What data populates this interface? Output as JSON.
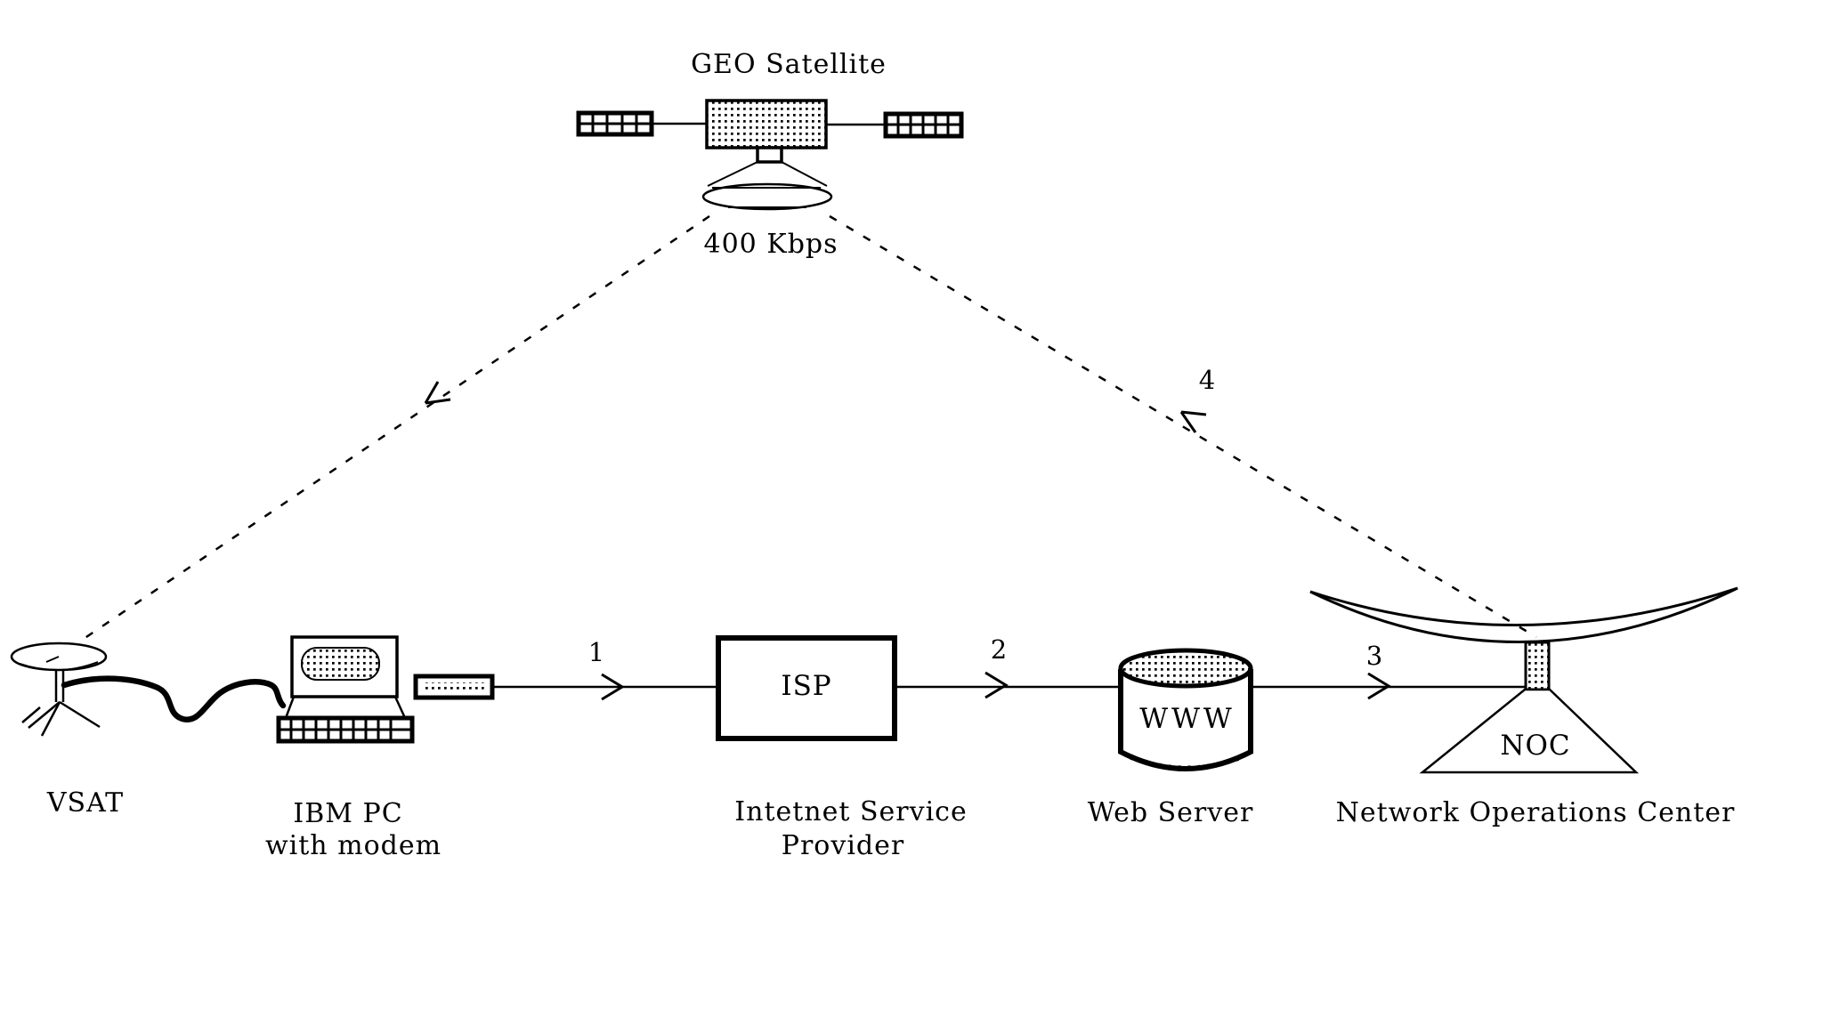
{
  "diagram": {
    "satellite": {
      "label": "GEO Satellite",
      "downlink_rate": "400 Kbps"
    },
    "vsat": {
      "label": "VSAT"
    },
    "pc": {
      "line1": "IBM PC",
      "line2": "with modem"
    },
    "isp": {
      "abbr": "ISP",
      "line1": "Intetnet Service",
      "line2": "Provider"
    },
    "web_server": {
      "abbr": "WWW",
      "label": "Web Server"
    },
    "noc": {
      "abbr": "NOC",
      "label": "Network Operations Center"
    },
    "steps": {
      "s1": "1",
      "s2": "2",
      "s3": "3",
      "s4": "4"
    },
    "colors": {
      "ink": "#000000",
      "background": "#ffffff"
    }
  }
}
